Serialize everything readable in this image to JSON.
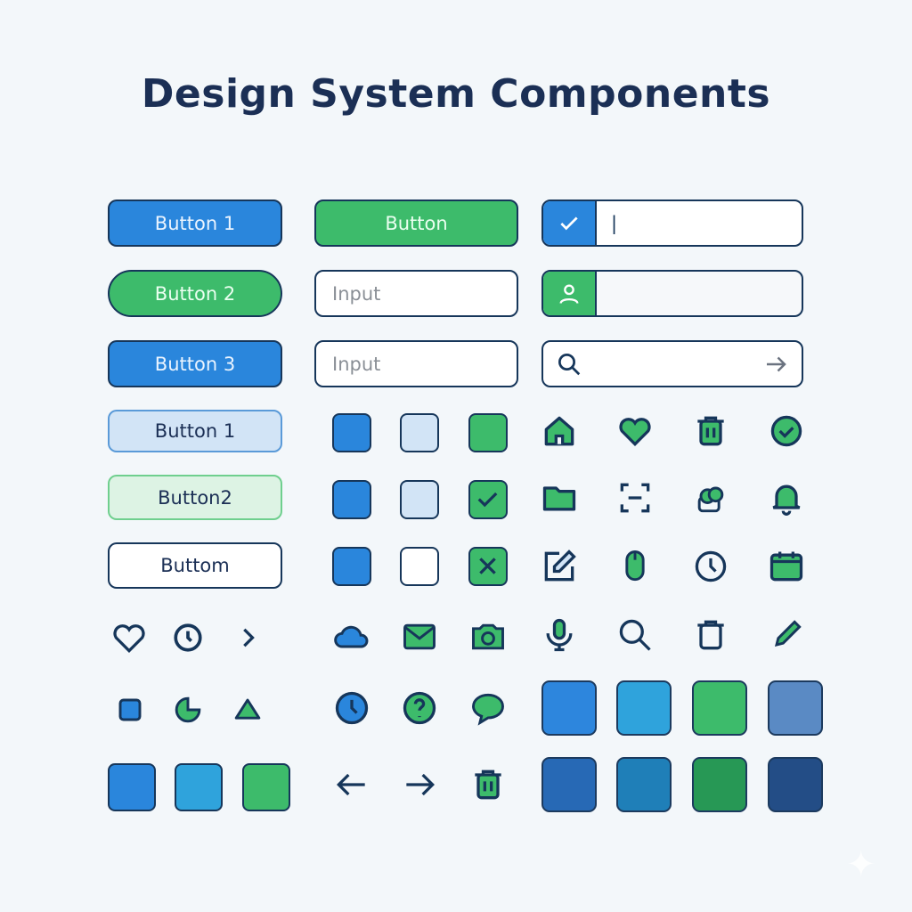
{
  "title": "Design System Components",
  "buttons": {
    "b1": "Button 1",
    "b2": "Button 2",
    "b3": "Button 3",
    "b4": "Button 1",
    "b5": "Button2",
    "b6": "Buttom",
    "green": "Button"
  },
  "inputs": {
    "p1": "Input",
    "p2": "Input",
    "text_cursor": "|"
  },
  "colors": {
    "blue": "#2a86dc",
    "green": "#3dbb6b",
    "navy": "#16365a",
    "swatches": [
      "#2d86dd",
      "#2fa3dc",
      "#3dbb6b",
      "#5a8ac4",
      "#2769b5",
      "#1f7fb8",
      "#279855",
      "#234d86"
    ]
  },
  "icons": [
    "home",
    "heart",
    "trash",
    "check-circle",
    "folder",
    "scan",
    "cloud-stack",
    "bell",
    "edit",
    "mouse",
    "clock",
    "calendar",
    "microphone",
    "search",
    "trash",
    "pencil",
    "cloud",
    "mail",
    "camera",
    "heart",
    "clock",
    "chevron-right",
    "square",
    "pie",
    "triangle",
    "clock",
    "question",
    "chat",
    "arrow-left",
    "arrow-right",
    "trash"
  ]
}
